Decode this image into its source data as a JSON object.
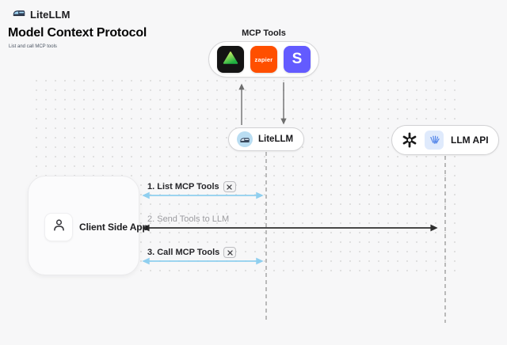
{
  "header": {
    "brand": "LiteLLM",
    "title": "Model Context Protocol",
    "subtitle": "List and call MCP tools"
  },
  "diagram": {
    "mcp_tools": {
      "label": "MCP Tools",
      "tools": [
        {
          "id": "green-triangle-tool",
          "icon": "green-triangle-icon",
          "label": ""
        },
        {
          "id": "zapier-tool",
          "icon": "zapier-icon",
          "label": "zapier"
        },
        {
          "id": "stripe-tool",
          "icon": "s-letter-icon",
          "label": "S"
        }
      ]
    },
    "litellm_node": {
      "label": "LiteLLM",
      "icon": "litellm-train-icon"
    },
    "llm_api_node": {
      "label": "LLM API",
      "icons": [
        "openai-icon",
        "blue-hand-provider-icon"
      ]
    },
    "client_node": {
      "label": "Client Side App",
      "icon": "person-icon"
    },
    "arrows": [
      {
        "step": 1,
        "label": "1. List MCP Tools",
        "has_tools_icon": true,
        "color": "#8fcfef",
        "from": "client",
        "to": "litellm-lifeline"
      },
      {
        "step": 2,
        "label": "2. Send Tools to LLM",
        "has_tools_icon": false,
        "color": "#2e2e2e",
        "from": "client",
        "to": "llm-api-lifeline"
      },
      {
        "step": 3,
        "label": "3. Call MCP Tools",
        "has_tools_icon": true,
        "color": "#8fcfef",
        "from": "client",
        "to": "litellm-lifeline"
      }
    ]
  },
  "colors": {
    "background": "#f7f7f8",
    "arrow_blue": "#8fcfef",
    "arrow_black": "#2e2e2e",
    "lifeline_gray": "#a6a6a6",
    "zapier_orange": "#ff4f00",
    "stripe_purple": "#635bff",
    "triangle_green": "#1fb141",
    "litellm_blue": "#b9ddf2"
  }
}
